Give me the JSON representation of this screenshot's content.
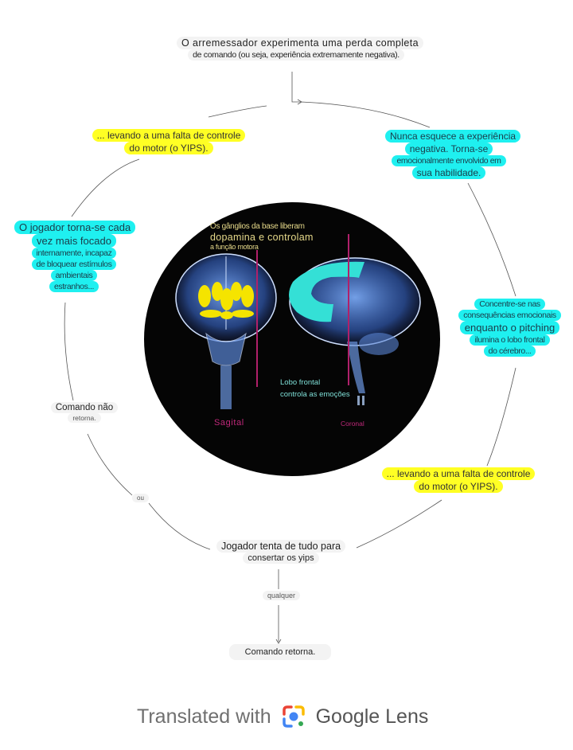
{
  "nodes": {
    "top": {
      "line1": "O arremessador experimenta uma perda completa",
      "line2": "de comando (ou seja, experiência extremamente negativa)."
    },
    "yips_left": {
      "line1": "... levando a uma falta de controle",
      "line2": "do motor (o YIPS)."
    },
    "never_forgets": {
      "line1": "Nunca esquece a experiência",
      "line2": "negativa. Torna-se",
      "line3": "emocionalmente envolvido em",
      "line4": "sua habilidade."
    },
    "focused": {
      "line1": "O jogador torna-se cada",
      "line2": "vez mais focado",
      "line3": "internamente, incapaz",
      "line4": "de bloquear estímulos",
      "line5": "ambientais",
      "line6": "estranhos..."
    },
    "concentrate": {
      "line1": "Concentre-se nas",
      "line2": "consequências emocionais",
      "line3": "enquanto o pitching",
      "line4": "ilumina o lobo frontal",
      "line5": "do cérebro..."
    },
    "yips_right": {
      "line1": "... levando a uma falta de controle",
      "line2": "do motor (o YIPS)."
    },
    "command_not_returns": {
      "line1": "Comando não",
      "line2": "retorna."
    },
    "or_label": "ou",
    "player_tries": {
      "line1": "Jogador tenta de tudo para",
      "line2": "consertar os yips"
    },
    "any_label": "qualquer",
    "command_returns": "Comando retorna."
  },
  "brain_image": {
    "label_basal": {
      "line1": "Os gânglios da base liberam",
      "line2": "dopamina e controlam",
      "line3": "a função motora"
    },
    "label_frontal": {
      "line1": "Lobo frontal",
      "line2": "controla as emoções"
    },
    "left_view": "Sagital",
    "right_view": "Coronal"
  },
  "footer": {
    "prefix": "Translated with",
    "brand": "Google Lens",
    "icon": "google-lens-icon"
  },
  "colors": {
    "yellow_highlight": "#ffff24",
    "cyan_highlight": "#1ff0f0",
    "grey_box": "#f3f3f3",
    "basal_ganglia": "#f5e400",
    "frontal_lobe": "#34e0d6",
    "view_label": "#c0287a"
  }
}
